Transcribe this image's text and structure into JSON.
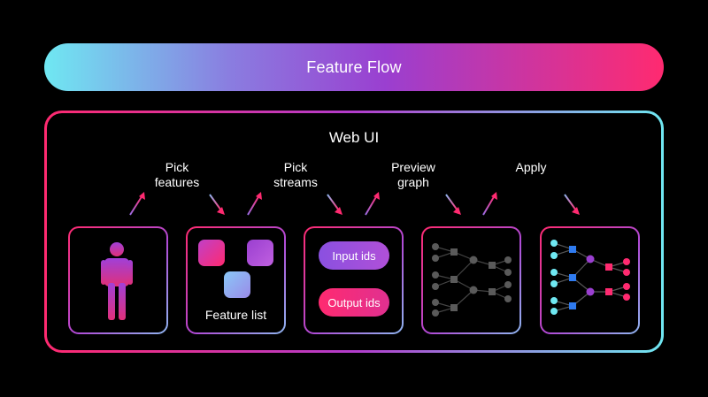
{
  "banner": {
    "title": "Feature Flow"
  },
  "frame": {
    "title": "Web UI"
  },
  "steps": [
    {
      "label_line1": "Pick",
      "label_line2": "features"
    },
    {
      "label_line1": "Pick",
      "label_line2": "streams"
    },
    {
      "label_line1": "Preview",
      "label_line2": "graph"
    },
    {
      "label_line1": "Apply",
      "label_line2": ""
    }
  ],
  "boxes": {
    "feature_list": {
      "label": "Feature list"
    },
    "streams": {
      "input_label": "Input ids",
      "output_label": "Output ids"
    }
  },
  "colors": {
    "cyan": "#6fe8f2",
    "purple": "#9a3fd0",
    "pink": "#ff2a70",
    "blue": "#2f7bf0",
    "gray_node": "#5a5a5a"
  }
}
